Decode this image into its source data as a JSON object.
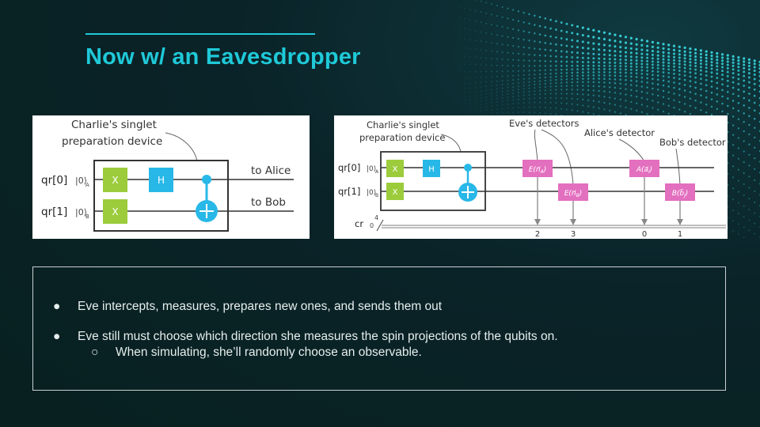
{
  "slide": {
    "title": "Now w/ an Eavesdropper",
    "colors": {
      "accent": "#1fc9d8",
      "background": "#0a2328",
      "gate_x": "#9ccc3c",
      "gate_h": "#28b8e8",
      "gate_eve_bob": "#e36fbf"
    }
  },
  "diagram_left": {
    "device_label_line1": "Charlie's singlet",
    "device_label_line2": "preparation device",
    "qubits": [
      {
        "register": "qr[0]",
        "ket": "|0⟩",
        "subscript": "A",
        "destination": "to Alice"
      },
      {
        "register": "qr[1]",
        "ket": "|0⟩",
        "subscript": "B",
        "destination": "to Bob"
      }
    ],
    "gates": {
      "x": "X",
      "h": "H"
    }
  },
  "diagram_right": {
    "device_label_line1": "Charlie's singlet",
    "device_label_line2": "preparation device",
    "eve_label": "Eve's detectors",
    "alice_label": "Alice's detector",
    "bob_label": "Bob's detector",
    "qubits": [
      {
        "register": "qr[0]",
        "ket": "|0⟩",
        "subscript": "A"
      },
      {
        "register": "qr[1]",
        "ket": "|0⟩",
        "subscript": "B"
      }
    ],
    "classical": {
      "register": "cr",
      "zero": "0",
      "width": "4"
    },
    "gates": {
      "x": "X",
      "h": "H"
    },
    "measurements": [
      {
        "label": "E(n⃗A)",
        "base": "E(",
        "sym": "n⃗",
        "sub": "A",
        "bit": "2"
      },
      {
        "label": "E(n⃗B)",
        "base": "E(",
        "sym": "n⃗",
        "sub": "B",
        "bit": "3"
      },
      {
        "label": "A(a⃗i)",
        "base": "A(",
        "sym": "a⃗",
        "sub": "i",
        "bit": "0"
      },
      {
        "label": "B(b⃗j)",
        "base": "B(",
        "sym": "b⃗",
        "sub": "j",
        "bit": "1"
      }
    ]
  },
  "bullets": [
    {
      "marker": "●",
      "text": "Eve intercepts, measures, prepares new ones, and sends them out"
    },
    {
      "marker": "●",
      "text": "Eve still must choose which direction she measures the spin projections of the qubits on."
    },
    {
      "marker": "○",
      "text": "When simulating, she’ll randomly choose an observable."
    }
  ]
}
